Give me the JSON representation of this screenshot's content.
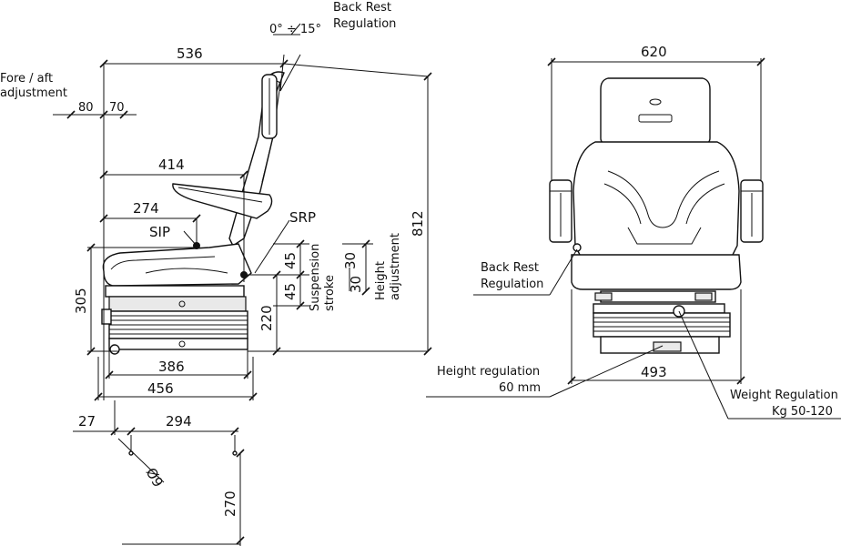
{
  "side_view": {
    "back_rest_regulation": [
      "Back Rest",
      "Regulation"
    ],
    "back_angle": "0° ÷ 15°",
    "fore_aft_adjustment": [
      "Fore / aft",
      "adjustment"
    ],
    "dim_536": "536",
    "dim_80": "80",
    "dim_70": "70",
    "dim_414": "414",
    "dim_274": "274",
    "sip": "SIP",
    "srp": "SRP",
    "dim_812": "812",
    "dim_305": "305",
    "dim_220": "220",
    "dim_45_top": "45",
    "dim_45_bottom": "45",
    "suspension_stroke": [
      "Suspension",
      "stroke"
    ],
    "dim_30_a": "30",
    "dim_30_b": "30",
    "height_adjustment": [
      "Height",
      "adjustment"
    ],
    "dim_386": "386",
    "dim_456": "456",
    "dim_27": "27",
    "dim_294": "294",
    "dim_phi9": "Ø9",
    "dim_270": "270"
  },
  "front_view": {
    "dim_620": "620",
    "back_rest_regulation": [
      "Back Rest",
      "Regulation"
    ],
    "height_regulation": [
      "Height regulation",
      "60 mm"
    ],
    "dim_493": "493",
    "weight_regulation": [
      "Weight Regulation",
      "Kg 50-120"
    ]
  }
}
